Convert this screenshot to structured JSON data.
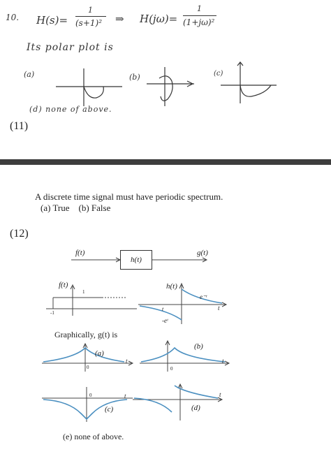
{
  "q10": {
    "number": "10.",
    "lhs": "H(s)=",
    "num1": "1",
    "den1": "(s+1)²",
    "arrow": "⇒",
    "mid": "H(jω)=",
    "num2": "1",
    "den2": "(1+jω)²",
    "line2": "Its polar plot is",
    "opt_a": "(a)",
    "opt_b": "(b)",
    "opt_c": "(c)",
    "opt_d": "(d) none of above."
  },
  "q11": {
    "number": "(11)",
    "question": "A discrete time signal must have periodic spectrum.",
    "options": "(a) True    (b) False"
  },
  "q12": {
    "number": "(12)",
    "input": "f(t)",
    "block": "h(t)",
    "output": "g(t)",
    "f_label": "f(t)",
    "f_one": "1",
    "f_neg1": "-1",
    "h_label": "h(t)",
    "h_exp_pos": "e⁻ᵗ",
    "h_exp_neg": "-eᵗ",
    "t": "t",
    "graph_prompt": "Graphically, g(t) is",
    "opt_a": "(a)",
    "opt_b": "(b)",
    "opt_c": "(c)",
    "opt_d": "(d)",
    "zero": "0",
    "opt_e": "(e)  none of above."
  },
  "colors": {
    "curve": "#4a8fc0",
    "ink": "#333333",
    "divider": "#3d3d3d"
  }
}
